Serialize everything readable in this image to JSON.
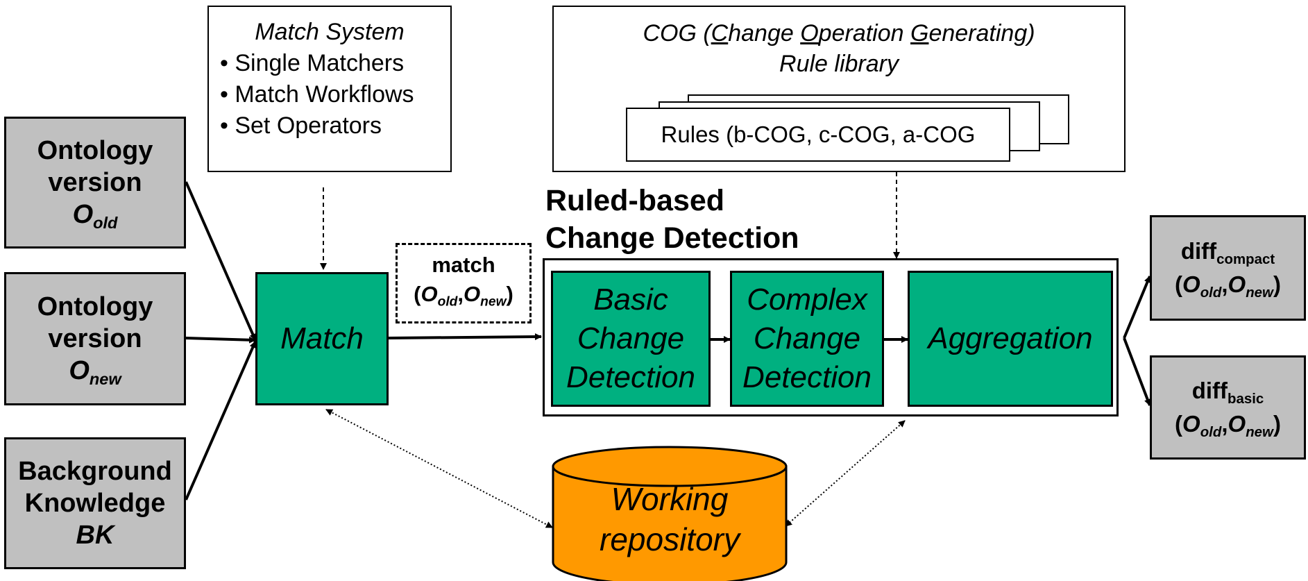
{
  "inputs": {
    "old": {
      "line1": "Ontology",
      "line2": "version",
      "sym": "O",
      "sub": "old"
    },
    "new": {
      "line1": "Ontology",
      "line2": "version",
      "sym": "O",
      "sub": "new"
    },
    "bk": {
      "line1": "Background",
      "line2": "Knowledge",
      "sym": "BK"
    }
  },
  "match_system": {
    "title": "Match System",
    "items": [
      "• Single Matchers",
      "• Match Workflows",
      "• Set Operators"
    ]
  },
  "cog": {
    "title_pre": "COG (",
    "c1": "C",
    "t1": "hange ",
    "c2": "O",
    "t2": "peration ",
    "c3": "G",
    "t3": "enerating)",
    "line2": "Rule library",
    "rules": "Rules (b-COG, c-COG, a-COG"
  },
  "match_box": {
    "label": "Match"
  },
  "match_result": {
    "label": "match",
    "open": "(",
    "o1": "O",
    "s1": "old",
    "comma": ",",
    "o2": "O",
    "s2": "new",
    "close": ")"
  },
  "rule_heading": {
    "line1": "Ruled-based",
    "line2": "Change Detection"
  },
  "stages": {
    "basic": {
      "l1": "Basic",
      "l2": "Change",
      "l3": "Detection"
    },
    "complex": {
      "l1": "Complex",
      "l2": "Change",
      "l3": "Detection"
    },
    "agg": {
      "l1": "Aggregation"
    }
  },
  "repository": {
    "l1": "Working",
    "l2": "repository"
  },
  "outputs": {
    "compact": {
      "name": "diff",
      "sub": "compact",
      "open": "(",
      "o1": "O",
      "s1": "old",
      "comma": ",",
      "o2": "O",
      "s2": "new",
      "close": ")"
    },
    "basic": {
      "name": "diff",
      "sub": "basic",
      "open": "(",
      "o1": "O",
      "s1": "old",
      "comma": ",",
      "o2": "O",
      "s2": "new",
      "close": ")"
    }
  },
  "colors": {
    "green": "#00b080",
    "grey": "#c0c0c0",
    "orange": "#ff9900"
  }
}
